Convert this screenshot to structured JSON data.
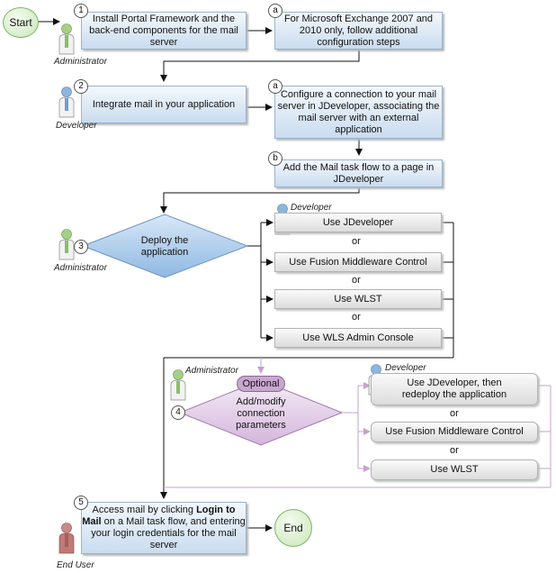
{
  "terminals": {
    "start": "Start",
    "end": "End"
  },
  "roles": {
    "administrator": "Administrator",
    "developer": "Developer",
    "end_user": "End User"
  },
  "steps": {
    "s1": {
      "num": "1",
      "text": "Install Portal Framework and the back-end components for the mail server"
    },
    "s1a": {
      "num": "a",
      "text": "For Microsoft Exchange 2007 and 2010 only, follow additional configuration steps"
    },
    "s2": {
      "num": "2",
      "text": "Integrate mail in your application"
    },
    "s2a": {
      "num": "a",
      "text": "Configure a connection to your mail server in JDeveloper, associating the mail server with an external application"
    },
    "s2b": {
      "num": "b",
      "text": "Add the Mail task flow to a page in JDeveloper"
    },
    "s3": {
      "num": "3",
      "text": "Deploy the application"
    },
    "s4": {
      "num": "4",
      "optional": "Optional",
      "text": "Add/modify connection parameters"
    },
    "s5": {
      "num": "5",
      "text_pre": "Access mail by clicking ",
      "text_bold": "Login to Mail",
      "text_post": " on a Mail task flow, and entering your login credentials for the mail server"
    }
  },
  "deploy_options": [
    "Use JDeveloper",
    "Use Fusion Middleware Control",
    "Use WLST",
    "Use WLS Admin Console"
  ],
  "param_options": [
    "Use JDeveloper, then redeploy the application",
    "Use Fusion Middleware Control",
    "Use WLST"
  ],
  "or_label": "or",
  "colors": {
    "blue_box": "#c9dcef",
    "gray_box": "#dcdcdc",
    "diamond_blue": "#9ec3e8",
    "diamond_purple": "#dcc3e3",
    "terminal_green": "#c9e6b6",
    "purple_line": "#c8a0d0"
  },
  "icons": [
    "person-icon"
  ]
}
